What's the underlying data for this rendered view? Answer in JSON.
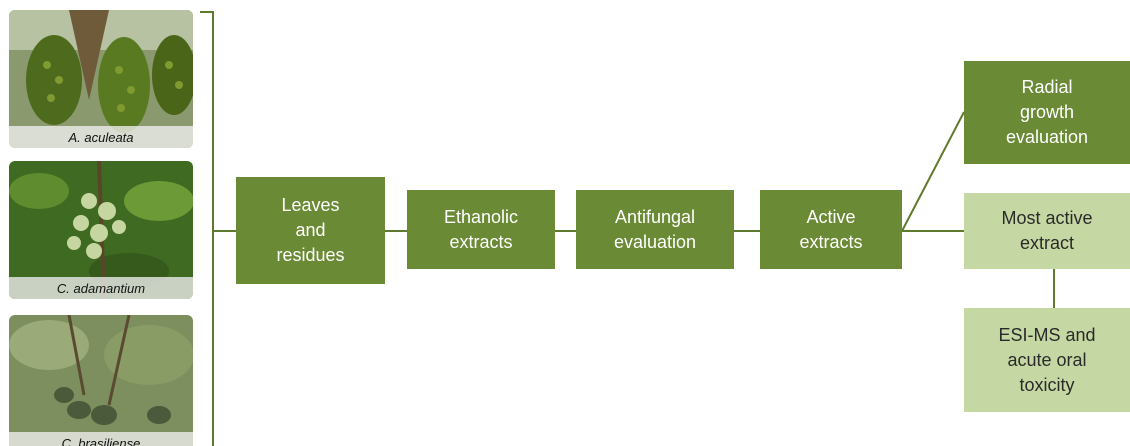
{
  "species": [
    {
      "caption": "A. aculeata"
    },
    {
      "caption": "C. adamantium"
    },
    {
      "caption": "C. brasiliense"
    }
  ],
  "flow": {
    "leaves": "Leaves\nand\nresidues",
    "ethanolic": "Ethanolic\nextracts",
    "antifungal": "Antifungal\nevaluation",
    "active": "Active\nextracts",
    "radial": "Radial\ngrowth\nevaluation",
    "most_active": "Most active\nextract",
    "esi": "ESI-MS  and\nacute oral\ntoxicity"
  },
  "colors": {
    "dark_box": "#6b8a35",
    "light_box": "#c5d8a3",
    "connector": "#5d7a2e"
  }
}
